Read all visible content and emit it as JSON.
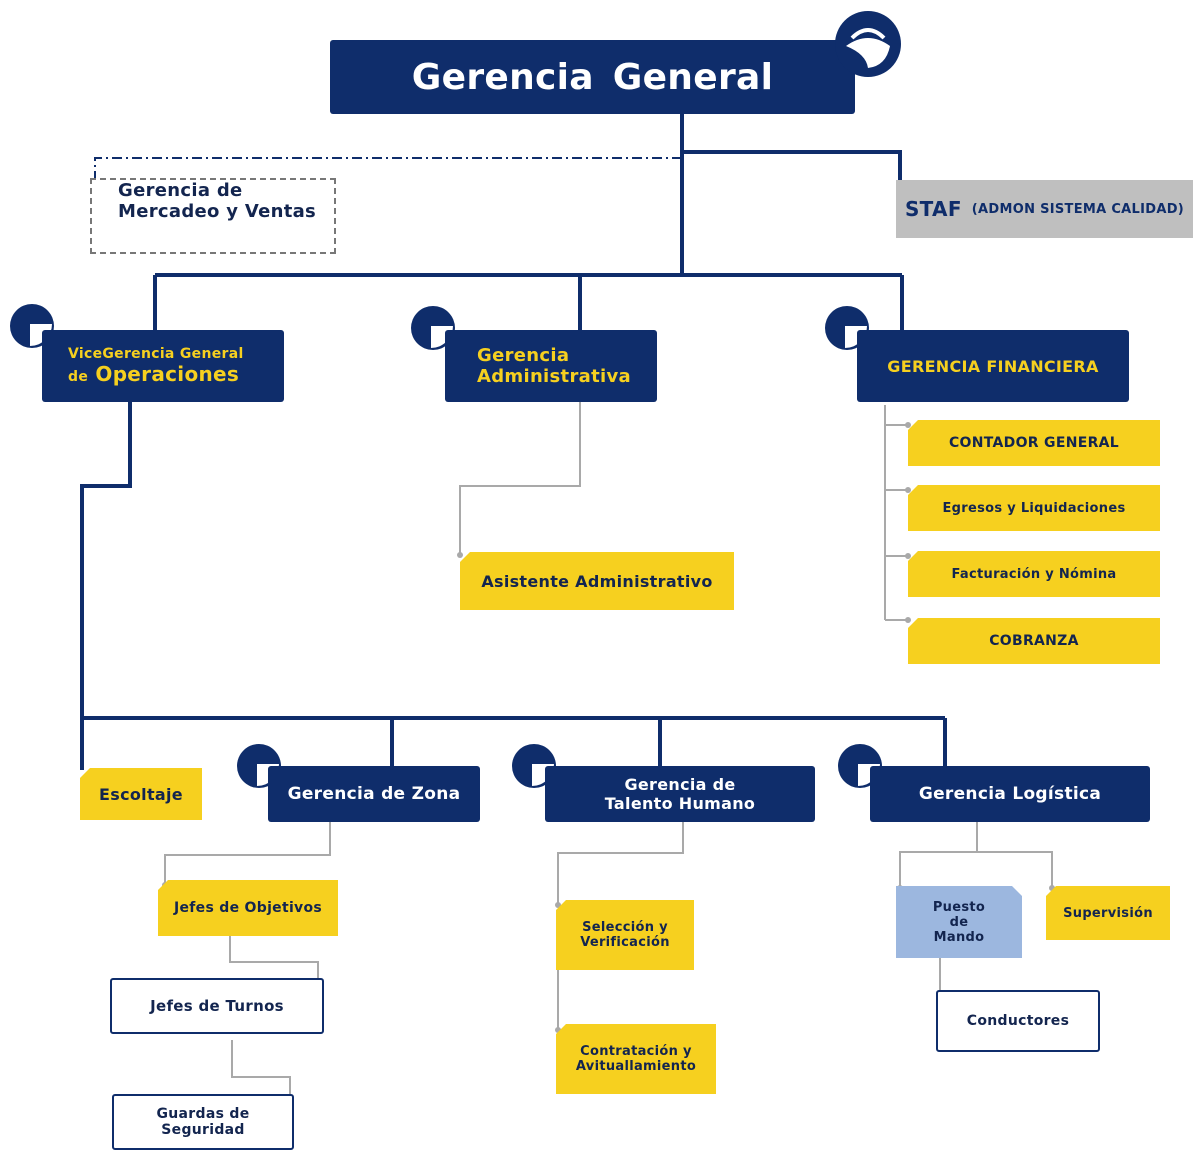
{
  "nodes": {
    "gerencia_general": "Gerencia General",
    "mercadeo_line1": "Gerencia de",
    "mercadeo_line2": "Mercadeo y Ventas",
    "staf_main": "STAF",
    "staf_sub": "(ADMON SISTEMA CALIDAD)",
    "vice_line1": "ViceGerencia General",
    "vice_line2_prefix": "de",
    "vice_line2": "Operaciones",
    "administrativa_line1": "Gerencia",
    "administrativa_line2": "Administrativa",
    "financiera": "GERENCIA FINANCIERA",
    "contador": "CONTADOR GENERAL",
    "egresos": "Egresos y Liquidaciones",
    "facturacion": "Facturación y Nómina",
    "cobranza": "COBRANZA",
    "asistente": "Asistente Administrativo",
    "escoltaje": "Escoltaje",
    "zona": "Gerencia de Zona",
    "talento_line1": "Gerencia de",
    "talento_line2": "Talento Humano",
    "logistica": "Gerencia Logística",
    "jefes_objetivos": "Jefes de Objetivos",
    "jefes_turnos": "Jefes de Turnos",
    "guardas_line1": "Guardas de",
    "guardas_line2": "Seguridad",
    "seleccion_line1": "Selección y",
    "seleccion_line2": "Verificación",
    "contratacion_line1": "Contratación y",
    "contratacion_line2": "Avituallamiento",
    "puesto_line1": "Puesto",
    "puesto_line2": "de",
    "puesto_line3": "Mando",
    "supervision": "Supervisión",
    "conductores": "Conductores"
  },
  "colors": {
    "navy": "#0f2d6b",
    "yellow": "#f6d01f",
    "gray": "#bfbfbf",
    "light_blue": "#9cb7df"
  },
  "icons": [
    "helmet-logo-icon",
    "corner-badge-icon"
  ]
}
